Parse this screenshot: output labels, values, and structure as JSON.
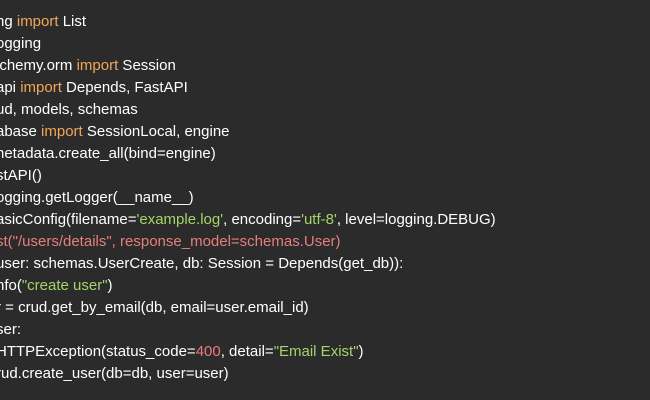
{
  "colors": {
    "background": "#2b2b2b",
    "text": "#ffffff",
    "keyword": "#f2a65a",
    "string": "#a5d46a",
    "decorator": "#e77e7e",
    "number": "#ef7a7a"
  },
  "code_lines": [
    [
      {
        "t": "ng ",
        "c": ""
      },
      {
        "t": "import",
        "c": "kw"
      },
      {
        "t": " List",
        "c": ""
      }
    ],
    [
      {
        "t": "ogging",
        "c": ""
      }
    ],
    [
      {
        "t": "lchemy.orm ",
        "c": ""
      },
      {
        "t": "import",
        "c": "kw"
      },
      {
        "t": " Session",
        "c": ""
      }
    ],
    [
      {
        "t": "api ",
        "c": ""
      },
      {
        "t": "import",
        "c": "kw"
      },
      {
        "t": " Depends, FastAPI",
        "c": ""
      }
    ],
    [
      {
        "t": "ud, models, schemas",
        "c": ""
      }
    ],
    [
      {
        "t": "abase ",
        "c": ""
      },
      {
        "t": "import",
        "c": "kw"
      },
      {
        "t": " SessionLocal, engine",
        "c": ""
      }
    ],
    [
      {
        "t": "netadata.create_all(bind=engine)",
        "c": ""
      }
    ],
    [
      {
        "t": "stAPI()",
        "c": ""
      }
    ],
    [
      {
        "t": "ogging.getLogger(__name__)",
        "c": ""
      }
    ],
    [
      {
        "t": "asicConfig(filename=",
        "c": ""
      },
      {
        "t": "'example.log'",
        "c": "str"
      },
      {
        "t": ", encoding=",
        "c": ""
      },
      {
        "t": "'utf-8'",
        "c": "str"
      },
      {
        "t": ", level=logging.DEBUG)",
        "c": ""
      }
    ],
    [
      {
        "t": "st(\"/users/details\", response_model=schemas.User)",
        "c": "dec"
      }
    ],
    [
      {
        "t": "user: schemas.UserCreate, db: Session = Depends(get_db)):",
        "c": ""
      }
    ],
    [
      {
        "t": "nfo(",
        "c": ""
      },
      {
        "t": "\"create user\"",
        "c": "str"
      },
      {
        "t": ")",
        "c": ""
      }
    ],
    [
      {
        "t": "r = crud.get_by_email(db, email=user.email_id)",
        "c": ""
      }
    ],
    [
      {
        "t": "ser:",
        "c": ""
      }
    ],
    [
      {
        "t": "HTTPException(status_code=",
        "c": ""
      },
      {
        "t": "400",
        "c": "num"
      },
      {
        "t": ", detail=",
        "c": ""
      },
      {
        "t": "\"Email Exist\"",
        "c": "str"
      },
      {
        "t": ")",
        "c": ""
      }
    ],
    [
      {
        "t": "rud.create_user(db=db, user=user)",
        "c": ""
      }
    ]
  ]
}
